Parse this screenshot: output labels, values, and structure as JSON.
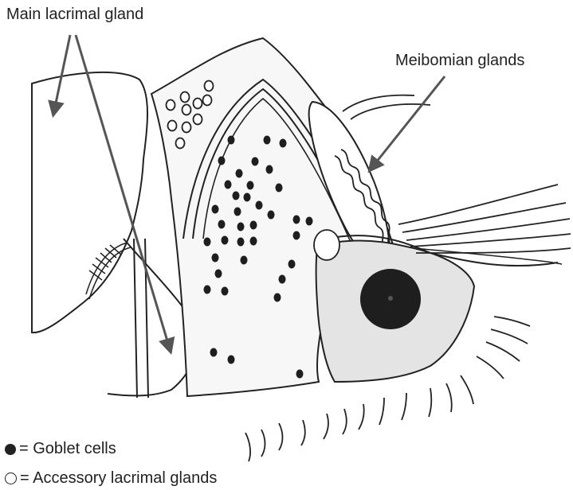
{
  "labels": {
    "main_lacrimal_gland": "Main lacrimal gland",
    "meibomian_glands": "Meibomian glands"
  },
  "legend": {
    "goblet": {
      "symbol": "filled-circle",
      "text": "= Goblet cells"
    },
    "accessory": {
      "symbol": "open-circle",
      "text": "= Accessory lacrimal glands"
    }
  },
  "colors": {
    "ink": "#222222",
    "background": "#ffffff",
    "eyeball_fill": "#e4e4e4",
    "conjunctiva_fill": "#f4f4f4"
  }
}
